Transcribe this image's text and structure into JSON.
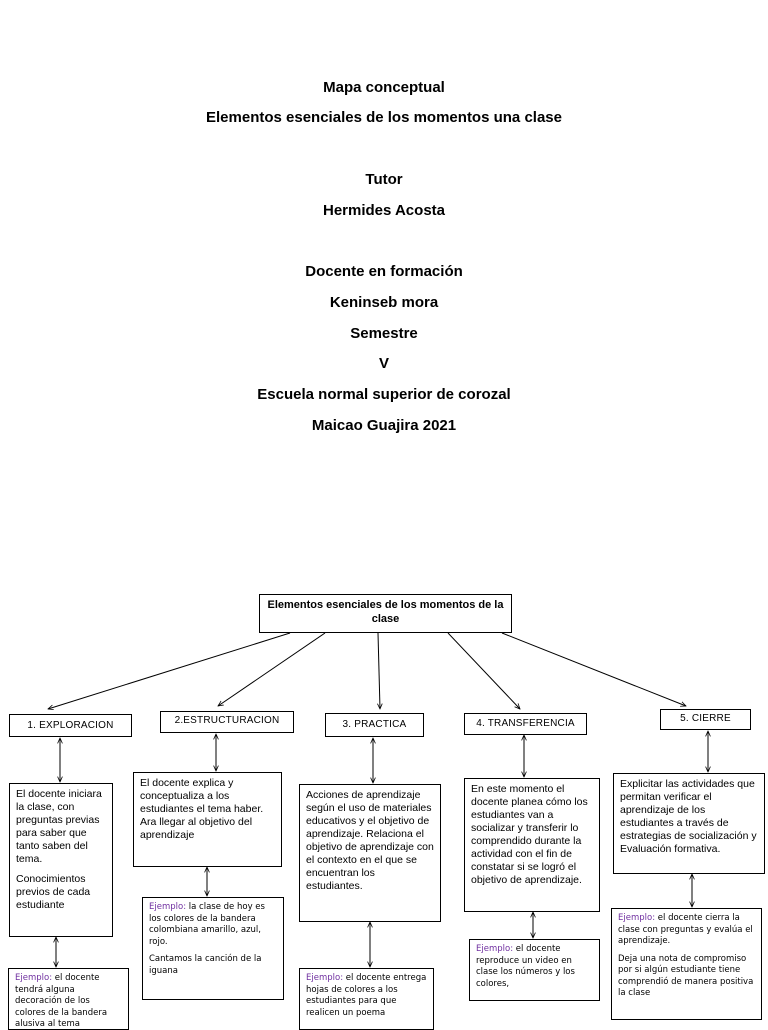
{
  "header": {
    "line1": "Mapa conceptual",
    "line2": "Elementos  esenciales de los momentos una clase",
    "line3": "Tutor",
    "line4": "Hermides Acosta",
    "line5": "Docente en formación",
    "line6": "Keninseb mora",
    "line7": "Semestre",
    "line8": "V",
    "line9": "Escuela normal superior de corozal",
    "line10": "Maicao Guajira 2021"
  },
  "map": {
    "root": "Elementos esenciales de los momentos de la clase",
    "stages": [
      {
        "label": "1.   EXPLORACION",
        "desc": [
          "El docente iniciara la clase, con preguntas previas para saber que tanto saben del tema.",
          "Conocimientos previos de cada estudiante"
        ],
        "example_label": "Ejemplo:",
        "example": "el docente tendrá alguna decoración de los colores de la bandera  alusiva al tema"
      },
      {
        "label": "2.ESTRUCTURACION",
        "desc": [
          "El docente explica y conceptualiza  a los estudiantes el tema  haber. Ara llegar al objetivo del aprendizaje"
        ],
        "example_label": "Ejemplo:",
        "example": "la clase de hoy es los colores de la bandera colombiana amarillo, azul, rojo.",
        "example2": "Cantamos la canción de la iguana"
      },
      {
        "label": "3. PRACTICA",
        "desc": [
          "Acciones de aprendizaje según el uso de materiales educativos y el objetivo de aprendizaje. Relaciona el objetivo de aprendizaje con el contexto en el que se encuentran los estudiantes."
        ],
        "example_label": "Ejemplo:",
        "example": "el docente entrega hojas de colores a los estudiantes para que realicen un poema"
      },
      {
        "label": "4. TRANSFERENCIA",
        "desc": [
          "En este momento el docente planea cómo los estudiantes van a socializar y transferir lo comprendido durante la actividad con el fin de constatar si se logró el objetivo de aprendizaje."
        ],
        "example_label": "Ejemplo:",
        "example": "el docente reproduce un video en clase los  números  y los colores,"
      },
      {
        "label": "5. CIERRE",
        "desc": [
          "Explicitar las actividades que permitan verificar el aprendizaje de los estudiantes a través de estrategias de socialización y Evaluación formativa."
        ],
        "example_label": "Ejemplo:",
        "example": "el docente cierra la clase con preguntas y evalúa el aprendizaje.",
        "example2": "Deja una nota de compromiso por si algún estudiante tiene comprendió de manera positiva la clase"
      }
    ]
  },
  "colors": {
    "example_label": "#7030a0",
    "lines": "#000000"
  }
}
